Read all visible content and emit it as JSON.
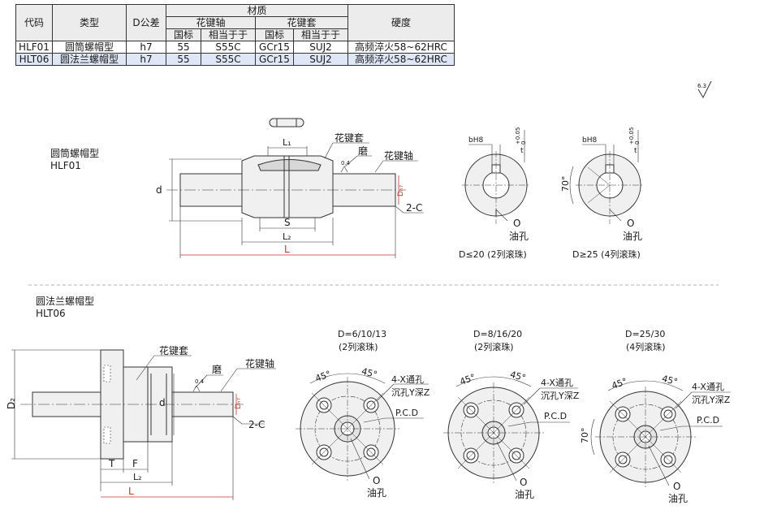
{
  "table": {
    "headers": {
      "code": "代码",
      "type": "类型",
      "tolerance": "D公差",
      "material": "材质",
      "shaft": "花键轴",
      "sleeve": "花键套",
      "hardness": "硬度",
      "gb": "国标",
      "equiv": "相当于于"
    },
    "rows": [
      {
        "code": "HLF01",
        "type": "圆筒螺帽型",
        "tol": "h7",
        "shaft_gb": "55",
        "shaft_eq": "S55C",
        "sleeve_gb": "GCr15",
        "sleeve_eq": "SUJ2",
        "hardness": "高频淬火58~62HRC"
      },
      {
        "code": "HLT06",
        "type": "圆法兰螺帽型",
        "tol": "h7",
        "shaft_gb": "55",
        "shaft_eq": "S55C",
        "sleeve_gb": "GCr15",
        "sleeve_eq": "SUJ2",
        "hardness": "高频淬火58~62HRC"
      }
    ]
  },
  "surface_roughness": "6.3",
  "hlf01": {
    "title": "圆筒螺帽型",
    "code": "HLF01",
    "labels": {
      "d": "d",
      "L1": "L₁",
      "S": "S",
      "L2": "L₂",
      "L": "L",
      "sleeve": "花键套",
      "grind": "磨",
      "shaft": "花键轴",
      "roughness": "0.4",
      "dh7": "Dₕ₇",
      "chamfer": "2-C"
    },
    "section_small": {
      "bH8": "bH8",
      "tol_top": "+0.05",
      "tol_bot": "0",
      "t": "t",
      "oil_o": "O",
      "oil": "油孔",
      "caption": "D≤20 (2列滚珠)"
    },
    "section_large": {
      "bH8": "bH8",
      "tol_top": "+0.05",
      "tol_bot": "0",
      "t": "t",
      "angle": "70°",
      "oil_o": "O",
      "oil": "油孔",
      "caption": "D≥25 (4列滚珠)"
    }
  },
  "hlt06": {
    "title": "圆法兰螺帽型",
    "code": "HLT06",
    "labels": {
      "D2": "D₂",
      "d": "d",
      "T": "T",
      "F": "F",
      "L2": "L₂",
      "L": "L",
      "sleeve": "花键套",
      "grind": "磨",
      "shaft": "花键轴",
      "roughness": "0.4",
      "dh7": "Dₕ₇",
      "chamfer": "2-C"
    },
    "views": [
      {
        "title": "D=6/10/13",
        "sub": "(2列滚珠)",
        "a1": "45°",
        "a2": "45°",
        "holes": "4-X通孔",
        "cbore": "沉孔Y深Z",
        "pcd": "P.C.D",
        "oil_o": "O",
        "oil": "油孔"
      },
      {
        "title": "D=8/16/20",
        "sub": "(2列滚珠)",
        "a1": "45°",
        "a2": "45°",
        "holes": "4-X通孔",
        "cbore": "沉孔Y深Z",
        "pcd": "P.C.D",
        "oil_o": "O",
        "oil": "油孔"
      },
      {
        "title": "D=25/30",
        "sub": "(4列滚珠)",
        "a1": "45°",
        "a2": "45°",
        "a3": "70°",
        "holes": "4-X通孔",
        "cbore": "沉孔Y深Z",
        "pcd": "P.C.D",
        "oil_o": "O",
        "oil": "油孔"
      }
    ]
  },
  "colors": {
    "line": "#333333",
    "fill": "#f0f0f0",
    "accent_dim": "#c0392b",
    "highlight_row": "#dfe6f5"
  }
}
